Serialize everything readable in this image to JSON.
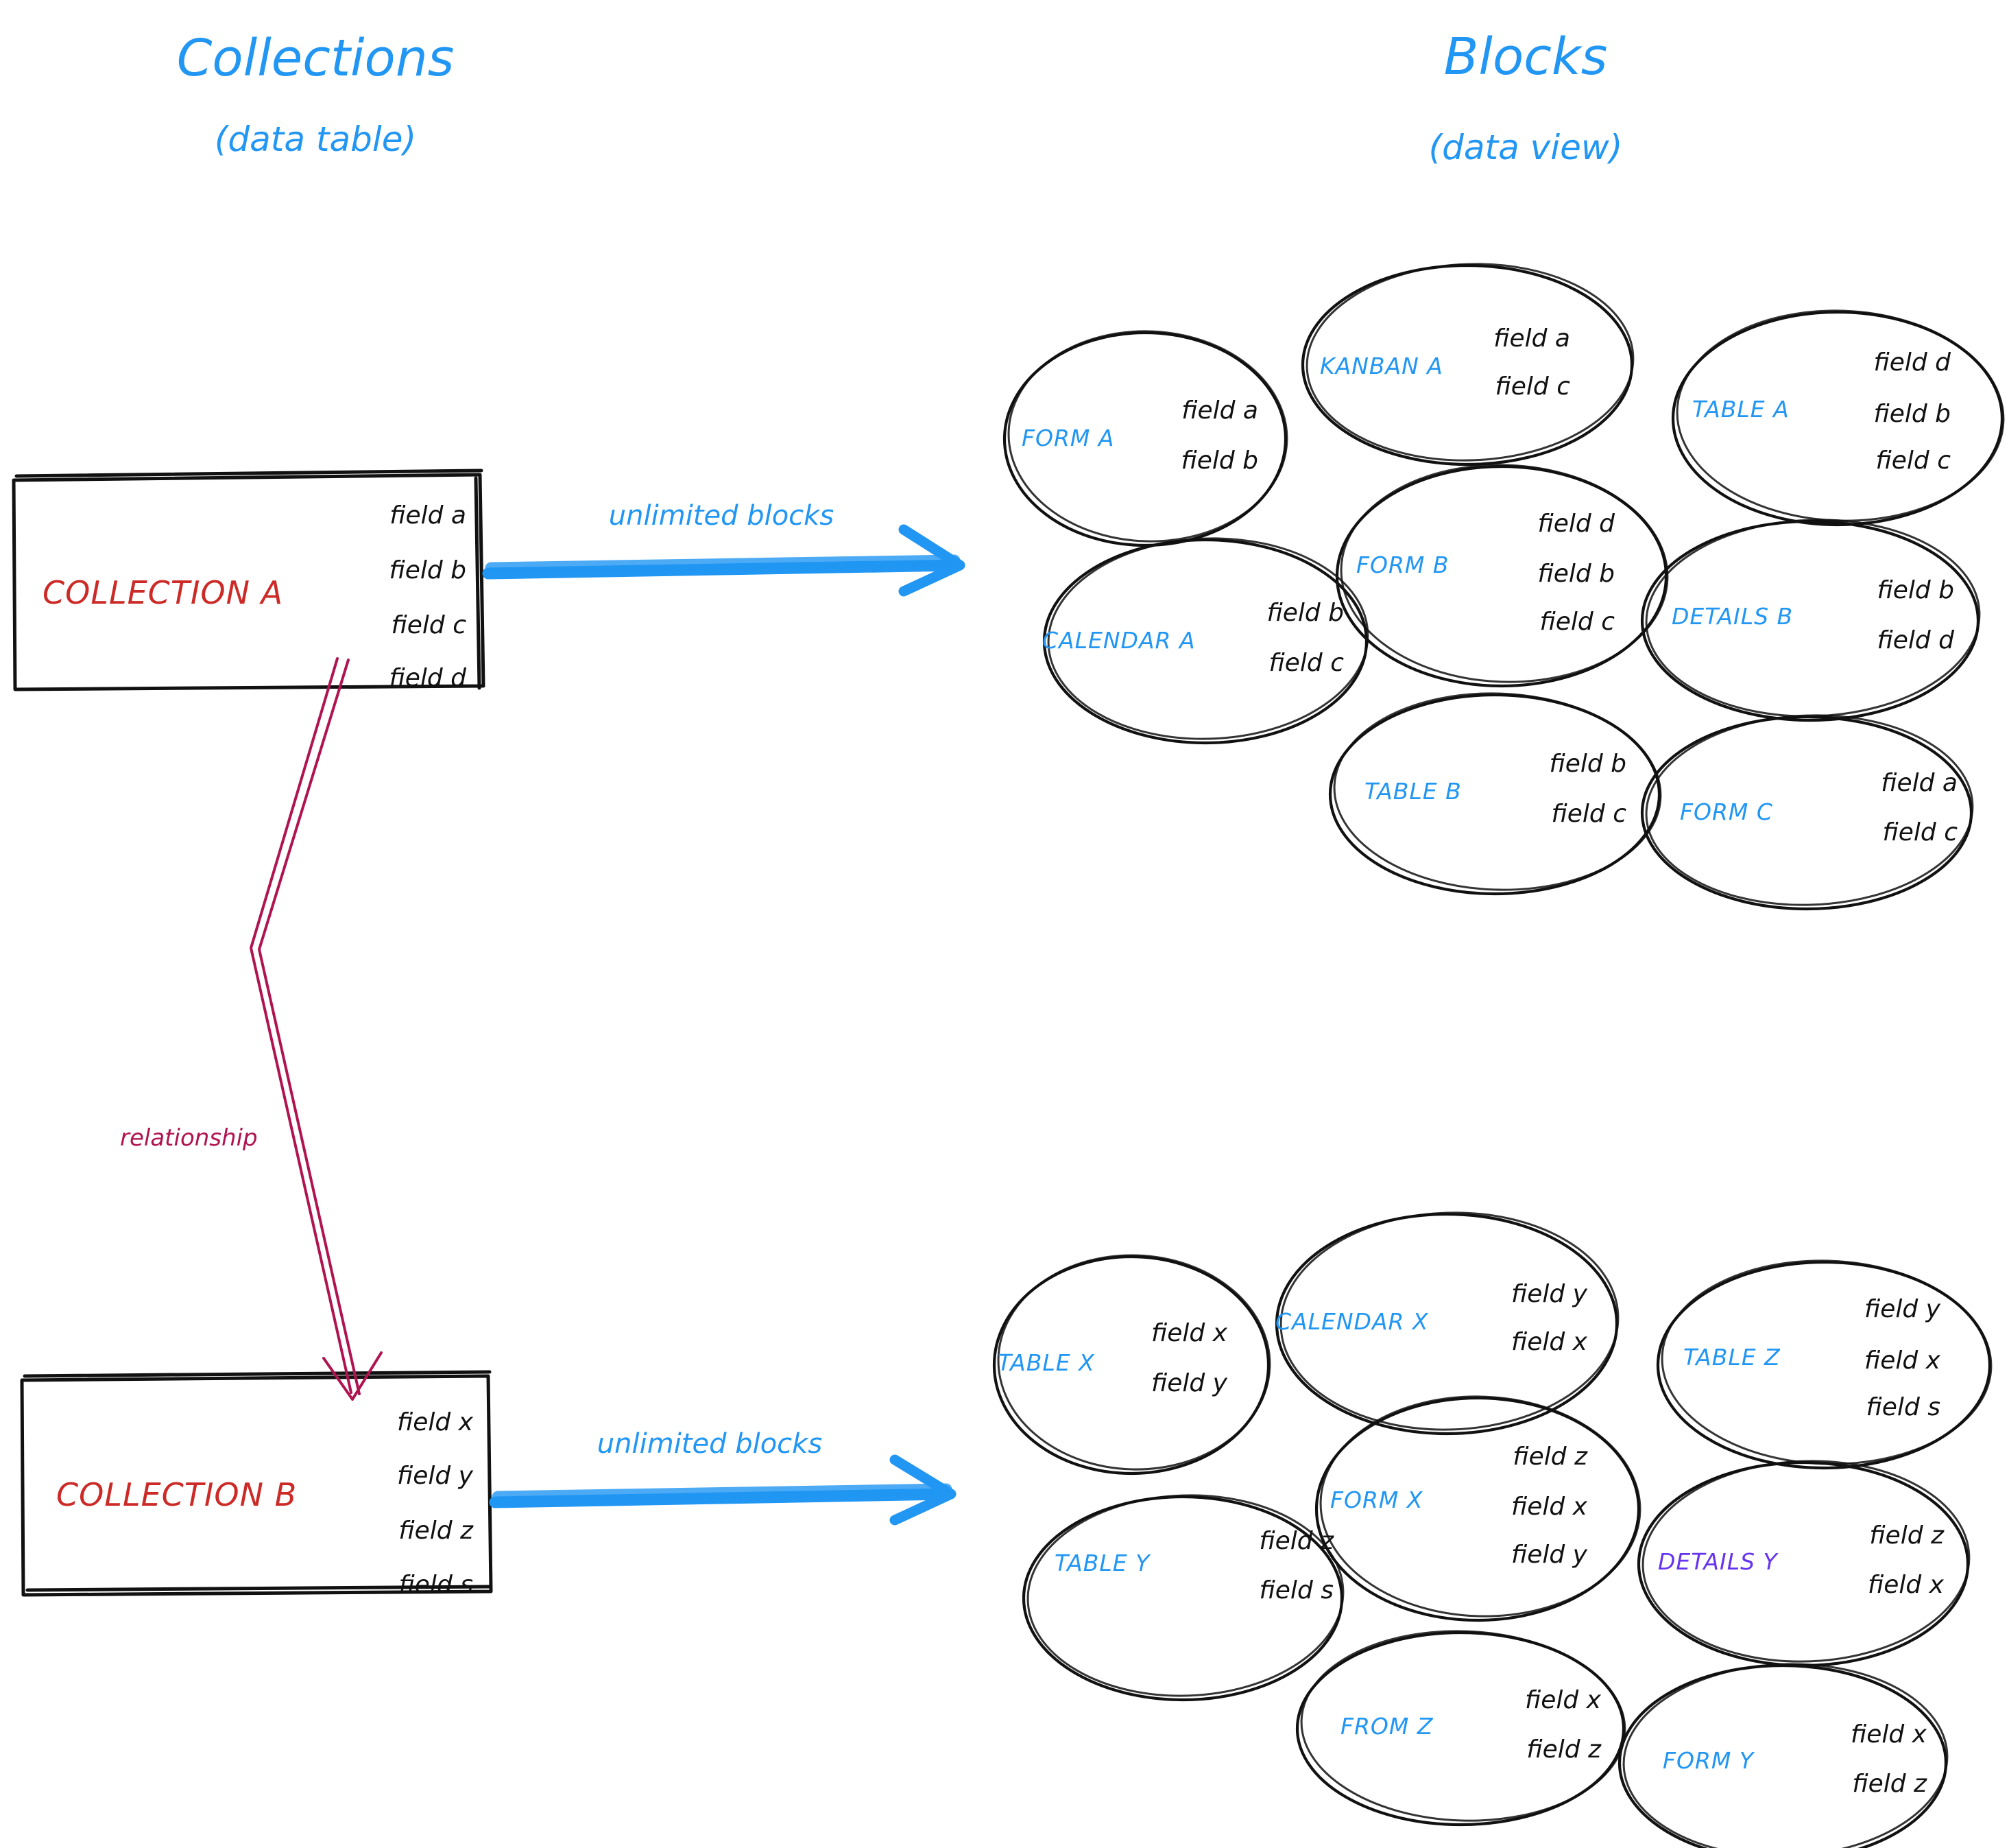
{
  "headings": {
    "left_title": "Collections",
    "left_subtitle": "(data table)",
    "right_title": "Blocks",
    "right_subtitle": "(data view)"
  },
  "colors": {
    "title_blue": "#2196f3",
    "collection_red": "#cc2a26",
    "relationship_crimson": "#b01450",
    "block_label_blue": "#2196f3",
    "block_label_purple": "#6633ee",
    "field_black": "#111111"
  },
  "connectors": {
    "arrow_top_label": "unlimited blocks",
    "arrow_bottom_label": "unlimited blocks",
    "relationship_label": "relationship"
  },
  "collections": [
    {
      "name": "COLLECTION A",
      "fields": [
        "field a",
        "field b",
        "field c",
        "field d"
      ]
    },
    {
      "name": "COLLECTION B",
      "fields": [
        "field x",
        "field y",
        "field z",
        "field s"
      ]
    }
  ],
  "block_groups": [
    {
      "source": "COLLECTION A",
      "blocks": [
        {
          "label": "FORM A",
          "fields": [
            "field a",
            "field b"
          ],
          "color": "blue"
        },
        {
          "label": "KANBAN A",
          "fields": [
            "field a",
            "field c"
          ],
          "color": "blue"
        },
        {
          "label": "TABLE A",
          "fields": [
            "field d",
            "field b",
            "field c"
          ],
          "color": "blue"
        },
        {
          "label": "CALENDAR A",
          "fields": [
            "field b",
            "field c"
          ],
          "color": "blue"
        },
        {
          "label": "FORM B",
          "fields": [
            "field d",
            "field b",
            "field c"
          ],
          "color": "blue"
        },
        {
          "label": "DETAILS B",
          "fields": [
            "field b",
            "field d"
          ],
          "color": "blue"
        },
        {
          "label": "TABLE B",
          "fields": [
            "field b",
            "field c"
          ],
          "color": "blue"
        },
        {
          "label": "FORM C",
          "fields": [
            "field a",
            "field c"
          ],
          "color": "blue"
        }
      ]
    },
    {
      "source": "COLLECTION B",
      "blocks": [
        {
          "label": "TABLE X",
          "fields": [
            "field x",
            "field y"
          ],
          "color": "blue"
        },
        {
          "label": "CALENDAR X",
          "fields": [
            "field y",
            "field x"
          ],
          "color": "blue"
        },
        {
          "label": "TABLE Z",
          "fields": [
            "field y",
            "field x",
            "field s"
          ],
          "color": "blue"
        },
        {
          "label": "TABLE Y",
          "fields": [
            "field z",
            "field s"
          ],
          "color": "blue"
        },
        {
          "label": "FORM X",
          "fields": [
            "field z",
            "field x",
            "field y"
          ],
          "color": "blue"
        },
        {
          "label": "DETAILS Y",
          "fields": [
            "field z",
            "field x"
          ],
          "color": "purple"
        },
        {
          "label": "FROM Z",
          "fields": [
            "field x",
            "field z"
          ],
          "color": "blue"
        },
        {
          "label": "FORM Y",
          "fields": [
            "field x",
            "field z"
          ],
          "color": "blue"
        }
      ]
    }
  ]
}
